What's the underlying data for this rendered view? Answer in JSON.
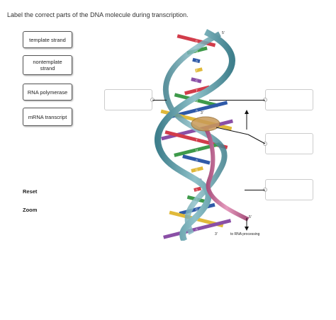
{
  "instruction": "Label the correct parts of the DNA molecule during transcription.",
  "labels": [
    {
      "text": "template strand"
    },
    {
      "text": "nontemplate\nstrand"
    },
    {
      "text": "RNA polymerase"
    },
    {
      "text": "mRNA transcript"
    }
  ],
  "controls": {
    "reset": "Reset",
    "zoom": "Zoom"
  },
  "diagram": {
    "five_prime_top": "5'",
    "three_prime_mid": "3'",
    "five_prime_low": "5'",
    "three_prime_bottom": "3'",
    "processing_note": "to RNA processing",
    "base_letters": [
      "C",
      "G",
      "A",
      "T",
      "C",
      "T",
      "G",
      "A",
      "C",
      "G",
      "T",
      "U",
      "A",
      "G",
      "C",
      "A",
      "T",
      "G",
      "C",
      "A"
    ]
  },
  "colors": {
    "backbone": "#5b9aa6",
    "rna_backbone": "#c66a96",
    "polymerase": "#c89a58",
    "base_red": "#d23c4a",
    "base_green": "#3e9a4a",
    "base_blue": "#2f5aa8",
    "base_yellow": "#e0b93a",
    "base_purple": "#8a4fa6"
  }
}
